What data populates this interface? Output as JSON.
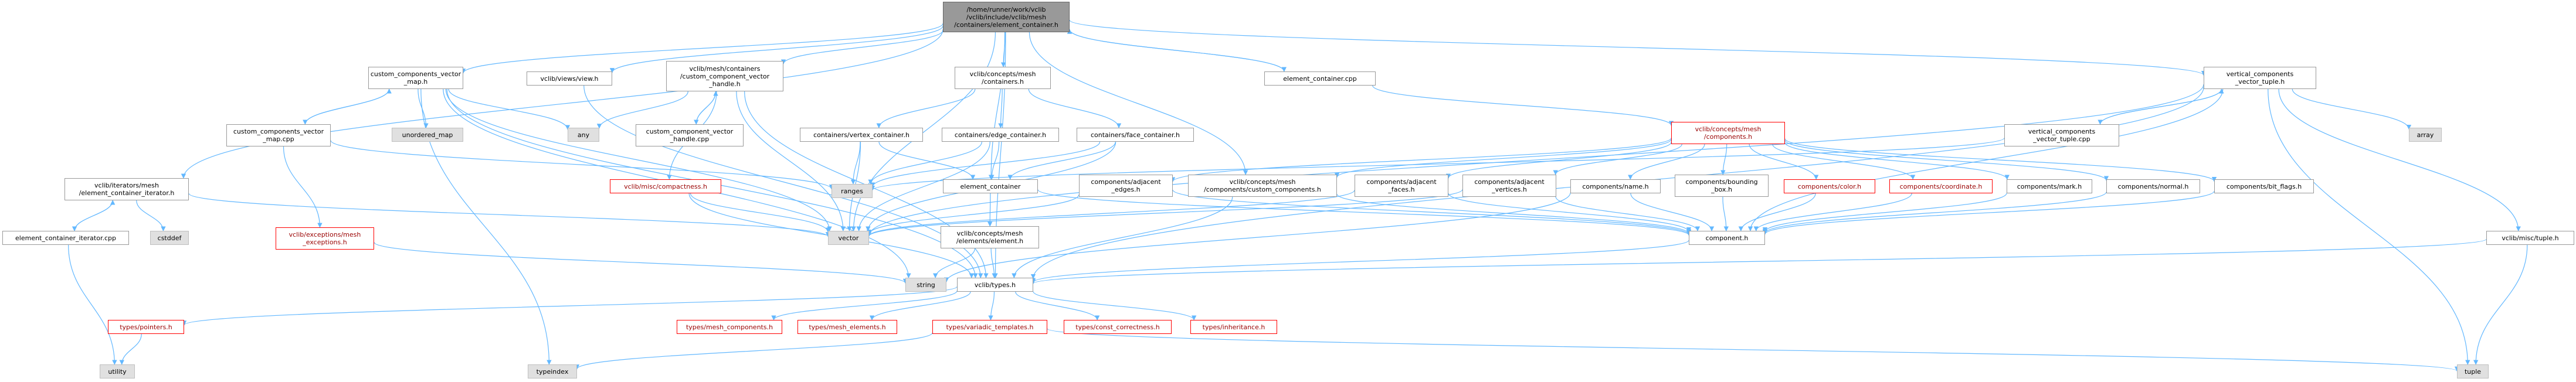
{
  "nodes": [
    {
      "id": "root",
      "label": "/home/runner/work/vclib\n/vclib/include/vclib/mesh\n/containers/element_container.h",
      "style": "root"
    },
    {
      "id": "ccvm",
      "label": "custom_components_vector\n_map.h"
    },
    {
      "id": "viewsview",
      "label": "vclib/views/view.h"
    },
    {
      "id": "mccch",
      "label": "vclib/mesh/containers\n/custom_component_vector\n_handle.h"
    },
    {
      "id": "conceptscont",
      "label": "vclib/concepts/mesh\n/containers.h"
    },
    {
      "id": "eccpp",
      "label": "element_container.cpp"
    },
    {
      "id": "vct",
      "label": "vertical_components\n_vector_tuple.h"
    },
    {
      "id": "itersh",
      "label": "vclib/iterators/mesh\n/element_container_iterator.h"
    },
    {
      "id": "ccvmcpp",
      "label": "custom_components_vector\n_map.cpp"
    },
    {
      "id": "unordered",
      "label": "unordered_map",
      "style": "ext"
    },
    {
      "id": "any",
      "label": "any",
      "style": "ext"
    },
    {
      "id": "cchcpp",
      "label": "custom_component_vector\n_handle.cpp"
    },
    {
      "id": "vertexcont",
      "label": "containers/vertex_container.h"
    },
    {
      "id": "edgecont",
      "label": "containers/edge_container.h"
    },
    {
      "id": "facecont",
      "label": "containers/face_container.h"
    },
    {
      "id": "conceptscomp",
      "label": "vclib/concepts/mesh\n/components.h",
      "style": "warn"
    },
    {
      "id": "vctcpp",
      "label": "vertical_components\n_vector_tuple.cpp"
    },
    {
      "id": "array",
      "label": "array",
      "style": "ext"
    },
    {
      "id": "eciter",
      "label": "element_container_iterator.cpp"
    },
    {
      "id": "cstddef",
      "label": "cstddef",
      "style": "ext"
    },
    {
      "id": "compact",
      "label": "vclib/misc/compactness.h",
      "style": "warn"
    },
    {
      "id": "ranges",
      "label": "ranges",
      "style": "ext"
    },
    {
      "id": "elemcont",
      "label": "element_container"
    },
    {
      "id": "cadjedges",
      "label": "components/adjacent\n_edges.h"
    },
    {
      "id": "cconcustom",
      "label": "vclib/concepts/mesh\n/components/custom_components.h"
    },
    {
      "id": "cadjfaces",
      "label": "components/adjacent\n_faces.h"
    },
    {
      "id": "cadjverts",
      "label": "components/adjacent\n_vertices.h"
    },
    {
      "id": "cname",
      "label": "components/name.h"
    },
    {
      "id": "cbbox",
      "label": "components/bounding\n_box.h"
    },
    {
      "id": "ccolor",
      "label": "components/color.h",
      "style": "warn"
    },
    {
      "id": "ccoord",
      "label": "components/coordinate.h",
      "style": "warn"
    },
    {
      "id": "cmark",
      "label": "components/mark.h"
    },
    {
      "id": "cnormal",
      "label": "components/normal.h"
    },
    {
      "id": "cbitflags",
      "label": "components/bit_flags.h"
    },
    {
      "id": "excmesh",
      "label": "vclib/exceptions/mesh\n_exceptions.h",
      "style": "warn"
    },
    {
      "id": "vector",
      "label": "vector",
      "style": "ext"
    },
    {
      "id": "conceptselem",
      "label": "vclib/concepts/mesh\n/elements/element.h"
    },
    {
      "id": "component",
      "label": "component.h"
    },
    {
      "id": "misctuple",
      "label": "vclib/misc/tuple.h"
    },
    {
      "id": "string",
      "label": "string",
      "style": "ext"
    },
    {
      "id": "types",
      "label": "vclib/types.h"
    },
    {
      "id": "tpointers",
      "label": "types/pointers.h",
      "style": "warn"
    },
    {
      "id": "tmeshcomp",
      "label": "types/mesh_components.h",
      "style": "warn"
    },
    {
      "id": "tmeshelem",
      "label": "types/mesh_elements.h",
      "style": "warn"
    },
    {
      "id": "tvariadic",
      "label": "types/variadic_templates.h",
      "style": "warn"
    },
    {
      "id": "tconst",
      "label": "types/const_correctness.h",
      "style": "warn"
    },
    {
      "id": "tinherit",
      "label": "types/inheritance.h",
      "style": "warn"
    },
    {
      "id": "utility",
      "label": "utility",
      "style": "ext"
    },
    {
      "id": "typeindex",
      "label": "typeindex",
      "style": "ext"
    },
    {
      "id": "tuple",
      "label": "tuple",
      "style": "ext"
    }
  ],
  "edges": [
    [
      "root",
      "ccvm"
    ],
    [
      "root",
      "viewsview"
    ],
    [
      "root",
      "mccch"
    ],
    [
      "root",
      "conceptscont"
    ],
    [
      "root",
      "eccpp"
    ],
    [
      "root",
      "vct"
    ],
    [
      "root",
      "itersh"
    ],
    [
      "root",
      "vector"
    ],
    [
      "root",
      "types"
    ],
    [
      "root",
      "cconcustom"
    ],
    [
      "root",
      "elemcont"
    ],
    [
      "eccpp",
      "root"
    ],
    [
      "eccpp",
      "conceptscomp"
    ],
    [
      "ccvm",
      "ccvmcpp"
    ],
    [
      "ccvmcpp",
      "ccvm"
    ],
    [
      "ccvm",
      "unordered"
    ],
    [
      "ccvm",
      "any"
    ],
    [
      "ccvm",
      "string"
    ],
    [
      "ccvm",
      "vector"
    ],
    [
      "ccvm",
      "typeindex"
    ],
    [
      "ccvm",
      "types"
    ],
    [
      "ccvmcpp",
      "ranges"
    ],
    [
      "ccvmcpp",
      "excmesh"
    ],
    [
      "excmesh",
      "string"
    ],
    [
      "viewsview",
      "types"
    ],
    [
      "mccch",
      "any"
    ],
    [
      "mccch",
      "cchcpp"
    ],
    [
      "cchcpp",
      "mccch"
    ],
    [
      "mccch",
      "vector"
    ],
    [
      "mccch",
      "compact"
    ],
    [
      "mccch",
      "types"
    ],
    [
      "conceptscont",
      "vertexcont"
    ],
    [
      "conceptscont",
      "edgecont"
    ],
    [
      "conceptscont",
      "facecont"
    ],
    [
      "vertexcont",
      "ranges"
    ],
    [
      "vertexcont",
      "vector"
    ],
    [
      "vertexcont",
      "elemcont"
    ],
    [
      "edgecont",
      "ranges"
    ],
    [
      "edgecont",
      "vector"
    ],
    [
      "edgecont",
      "elemcont"
    ],
    [
      "facecont",
      "ranges"
    ],
    [
      "facecont",
      "vector"
    ],
    [
      "facecont",
      "elemcont"
    ],
    [
      "elemcont",
      "conceptselem"
    ],
    [
      "elemcont",
      "component"
    ],
    [
      "conceptselem",
      "string"
    ],
    [
      "conceptselem",
      "types"
    ],
    [
      "compact",
      "vector"
    ],
    [
      "compact",
      "types"
    ],
    [
      "conceptscomp",
      "cadjedges"
    ],
    [
      "conceptscomp",
      "cconcustom"
    ],
    [
      "conceptscomp",
      "cadjfaces"
    ],
    [
      "conceptscomp",
      "cadjverts"
    ],
    [
      "conceptscomp",
      "cname"
    ],
    [
      "conceptscomp",
      "cbbox"
    ],
    [
      "conceptscomp",
      "ccolor"
    ],
    [
      "conceptscomp",
      "ccoord"
    ],
    [
      "conceptscomp",
      "cmark"
    ],
    [
      "conceptscomp",
      "cnormal"
    ],
    [
      "conceptscomp",
      "cbitflags"
    ],
    [
      "cadjedges",
      "vector"
    ],
    [
      "cadjedges",
      "component"
    ],
    [
      "cconcustom",
      "component"
    ],
    [
      "cconcustom",
      "types"
    ],
    [
      "cadjfaces",
      "vector"
    ],
    [
      "cadjfaces",
      "component"
    ],
    [
      "cadjverts",
      "vector"
    ],
    [
      "cadjverts",
      "component"
    ],
    [
      "cname",
      "component"
    ],
    [
      "cname",
      "string"
    ],
    [
      "cbbox",
      "component"
    ],
    [
      "ccolor",
      "component"
    ],
    [
      "ccoord",
      "component"
    ],
    [
      "cmark",
      "component"
    ],
    [
      "cnormal",
      "component"
    ],
    [
      "cbitflags",
      "component"
    ],
    [
      "component",
      "types"
    ],
    [
      "vct",
      "vctcpp"
    ],
    [
      "vctcpp",
      "vct"
    ],
    [
      "vct",
      "array"
    ],
    [
      "vct",
      "tuple"
    ],
    [
      "vct",
      "misctuple"
    ],
    [
      "vct",
      "vector"
    ],
    [
      "vct",
      "types"
    ],
    [
      "vct",
      "component"
    ],
    [
      "vctcpp",
      "ranges"
    ],
    [
      "misctuple",
      "tuple"
    ],
    [
      "misctuple",
      "types"
    ],
    [
      "itersh",
      "eciter"
    ],
    [
      "eciter",
      "itersh"
    ],
    [
      "itersh",
      "cstddef"
    ],
    [
      "itersh",
      "vector"
    ],
    [
      "eciter",
      "utility"
    ],
    [
      "types",
      "tpointers"
    ],
    [
      "types",
      "tmeshcomp"
    ],
    [
      "types",
      "tmeshelem"
    ],
    [
      "types",
      "tvariadic"
    ],
    [
      "types",
      "tconst"
    ],
    [
      "types",
      "tinherit"
    ],
    [
      "tpointers",
      "utility"
    ],
    [
      "tvariadic",
      "typeindex"
    ],
    [
      "tvariadic",
      "tuple"
    ]
  ]
}
